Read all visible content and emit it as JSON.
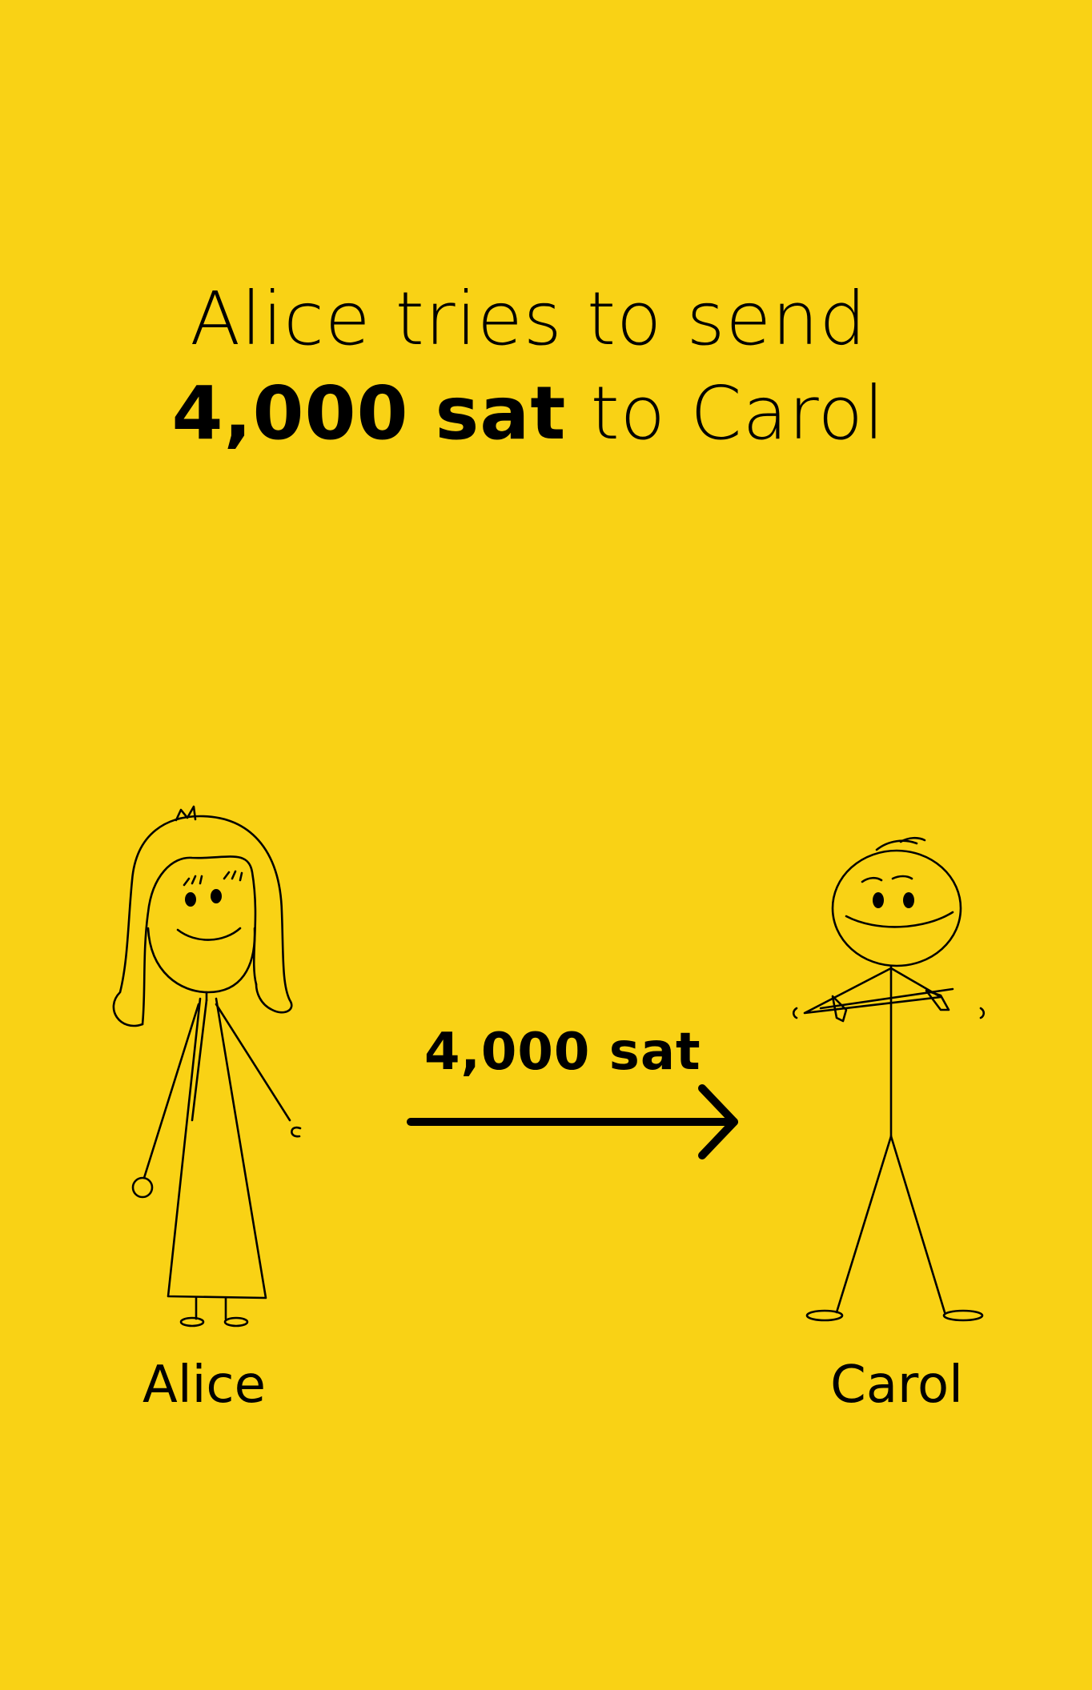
{
  "headline": {
    "line1": "Alice tries to send",
    "line2_amount": "4,000 sat",
    "line2_rest": " to Carol"
  },
  "payment": {
    "amount_label": "4,000 sat"
  },
  "people": [
    {
      "name": "Alice",
      "icon": "stick-figure-woman-icon"
    },
    {
      "name": "Carol",
      "icon": "stick-figure-man-icon"
    }
  ],
  "colors": {
    "background": "#F9D215",
    "ink": "#000000"
  }
}
